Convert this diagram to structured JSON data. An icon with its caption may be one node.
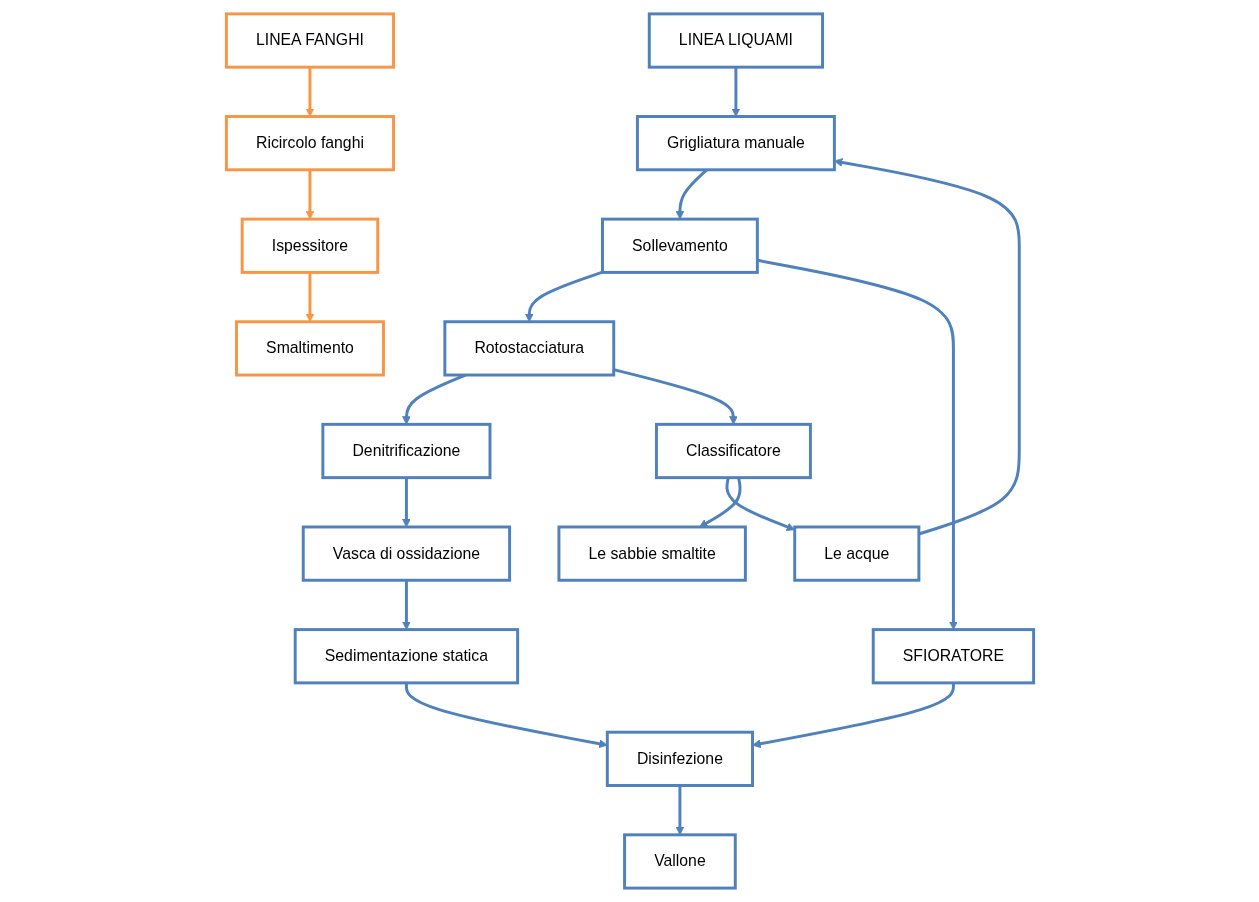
{
  "diagram": {
    "nodes": [
      {
        "text": [
          "LINEA LIQUAMI"
        ]
      },
      {
        "text": [
          "Grigliatura manuale"
        ]
      },
      {
        "text": [
          "Sollevamento"
        ]
      },
      {
        "text": [
          "Rotostacciatura"
        ]
      },
      {
        "text": [
          "Denitrificazione"
        ]
      },
      {
        "text": [
          "Vasca di ossidazione"
        ]
      },
      {
        "text": [
          "Sedimentazione statica"
        ]
      },
      {
        "text": [
          "Disinfezione"
        ]
      },
      {
        "text": [
          "Vallone"
        ]
      },
      {
        "text": [
          "SFIORATORE"
        ]
      },
      {
        "text": [
          "Le acque"
        ]
      },
      {
        "text": [
          "Le  sabbie smaltite"
        ]
      },
      {
        "text": [
          "Classificatore"
        ]
      },
      {
        "text": [
          "LINEA FANGHI"
        ]
      },
      {
        "text": [
          "Ricircolo fanghi"
        ]
      },
      {
        "text": [
          "Ispessitore"
        ]
      },
      {
        "text": [
          "Smaltimento"
        ]
      }
    ],
    "edges": [
      {
        "from": 0,
        "to": 1,
        "arrow": "to"
      },
      {
        "from": 1,
        "to": 2,
        "arrow": "to"
      },
      {
        "from": 2,
        "to": 3,
        "arrow": "to"
      },
      {
        "from": 3,
        "to": 4,
        "arrow": "to"
      },
      {
        "from": 4,
        "to": 5,
        "arrow": "to"
      },
      {
        "from": 5,
        "to": 6,
        "arrow": "to"
      },
      {
        "from": 6,
        "to": 7,
        "arrow": "to"
      },
      {
        "from": 7,
        "to": 8,
        "arrow": "to"
      },
      {
        "from": 2,
        "to": 9,
        "arrow": "to"
      },
      {
        "from": 9,
        "to": 7,
        "arrow": "to"
      },
      {
        "from": 3,
        "to": 12,
        "arrow": "to"
      },
      {
        "from": 12,
        "to": 10,
        "arrow": "to"
      },
      {
        "from": 12,
        "to": 11,
        "arrow": "to"
      },
      {
        "from": 10,
        "to": 1,
        "arrow": "to"
      },
      {
        "from": 13,
        "to": 14,
        "arrow": "to",
        "color": "#f79646"
      },
      {
        "from": 14,
        "to": 15,
        "arrow": "to",
        "color": "#f79646"
      },
      {
        "from": 15,
        "to": 16,
        "arrow": "to",
        "color": "#f79646"
      }
    ]
  }
}
